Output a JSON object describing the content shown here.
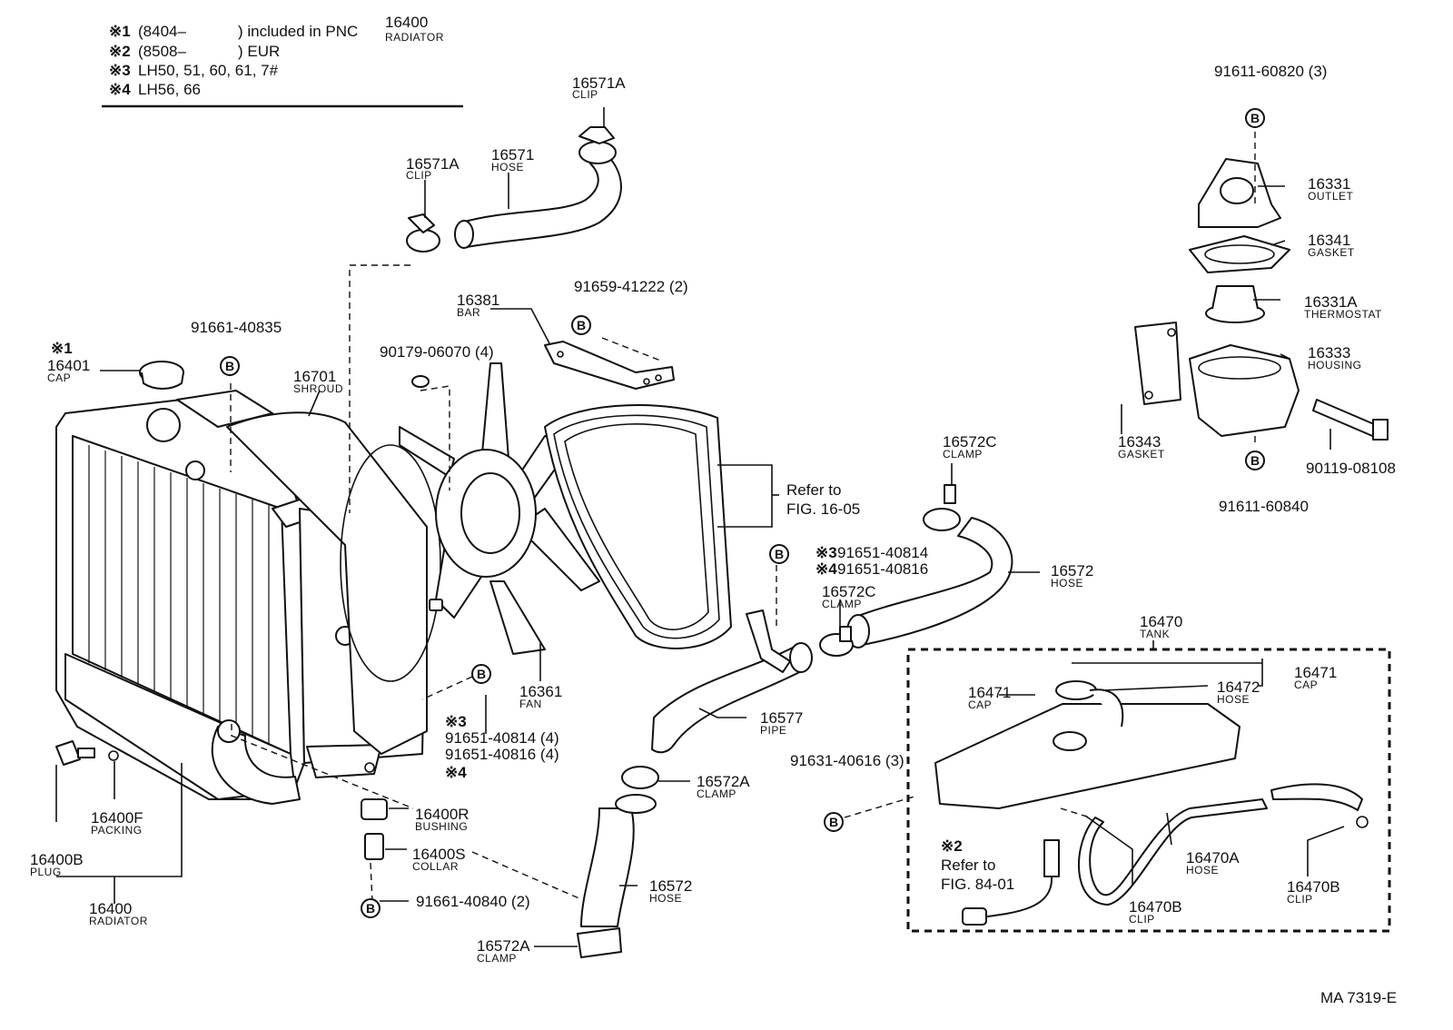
{
  "notes": {
    "n1_mark": "※1",
    "n1_text": "(8404–",
    "n1_included": ") included in PNC",
    "n1_pnc": "16400",
    "n1_pnc_name": "RADIATOR",
    "n2_mark": "※2",
    "n2_text": "(8508–",
    "n2_eur": ") EUR",
    "n3_mark": "※3",
    "n3_text": "LH50, 51, 60, 61, 7#",
    "n4_mark": "※4",
    "n4_text": "LH56, 66"
  },
  "parts": {
    "clip_top": {
      "num": "16571A",
      "name": "CLIP"
    },
    "clip_left": {
      "num": "16571A",
      "name": "CLIP"
    },
    "hose_upper": {
      "num": "16571",
      "name": "HOSE"
    },
    "bar": {
      "num": "16381",
      "name": "BAR"
    },
    "bolt_bar": {
      "num": "91659-41222 (2)"
    },
    "bolt_90179": {
      "num": "90179-06070 (4)"
    },
    "bolt_91661_835": {
      "num": "91661-40835"
    },
    "cap": {
      "mark": "※1",
      "num": "16401",
      "name": "CAP"
    },
    "shroud": {
      "num": "16701",
      "name": "SHROUD"
    },
    "fan": {
      "num": "16361",
      "name": "FAN"
    },
    "refer_1605": {
      "line1": "Refer to",
      "line2": "FIG. 16-05"
    },
    "fan_bolt_mark3": "※3",
    "fan_bolt_a": "91651-40814 (4)",
    "fan_bolt_b": "91651-40816 (4)",
    "fan_bolt_mark4": "※4",
    "bolt_3": {
      "mark": "※3",
      "num": "91651-40814"
    },
    "bolt_4": {
      "mark": "※4",
      "num": "91651-40816"
    },
    "clamp_c_top": {
      "num": "16572C",
      "name": "CLAMP"
    },
    "clamp_c_mid": {
      "num": "16572C",
      "name": "CLAMP"
    },
    "hose_16572_r": {
      "num": "16572",
      "name": "HOSE"
    },
    "pipe": {
      "num": "16577",
      "name": "PIPE"
    },
    "clamp_a_mid": {
      "num": "16572A",
      "name": "CLAMP"
    },
    "hose_16572_l": {
      "num": "16572",
      "name": "HOSE"
    },
    "clamp_a_bot": {
      "num": "16572A",
      "name": "CLAMP"
    },
    "packing": {
      "num": "16400F",
      "name": "PACKING"
    },
    "plug": {
      "num": "16400B",
      "name": "PLUG"
    },
    "radiator": {
      "num": "16400",
      "name": "RADIATOR"
    },
    "bushing": {
      "num": "16400R",
      "name": "BUSHING"
    },
    "collar": {
      "num": "16400S",
      "name": "COLLAR"
    },
    "bolt_91661_840": {
      "num": "91661-40840 (2)"
    },
    "bolt_91631": {
      "num": "91631-40616 (3)"
    },
    "tank": {
      "num": "16470",
      "name": "TANK"
    },
    "cap_right": {
      "num": "16471",
      "name": "CAP"
    },
    "cap_tank": {
      "num": "16471",
      "name": "CAP"
    },
    "hose_16472": {
      "num": "16472",
      "name": "HOSE"
    },
    "hose_16470a": {
      "num": "16470A",
      "name": "HOSE"
    },
    "clip_16470b_r": {
      "num": "16470B",
      "name": "CLIP"
    },
    "clip_16470b_m": {
      "num": "16470B",
      "name": "CLIP"
    },
    "refer_8401": {
      "mark": "※2",
      "line1": "Refer to",
      "line2": "FIG. 84-01"
    },
    "bolt_60820": {
      "num": "91611-60820 (3)"
    },
    "outlet": {
      "num": "16331",
      "name": "OUTLET"
    },
    "gasket_16341": {
      "num": "16341",
      "name": "GASKET"
    },
    "thermostat": {
      "num": "16331A",
      "name": "THERMOSTAT"
    },
    "housing": {
      "num": "16333",
      "name": "HOUSING"
    },
    "gasket_16343": {
      "num": "16343",
      "name": "GASKET"
    },
    "bolt_90119": {
      "num": "90119-08108"
    },
    "bolt_60840": {
      "num": "91611-60840"
    }
  },
  "b_marker": "B",
  "figure_id": "MA  7319-E"
}
